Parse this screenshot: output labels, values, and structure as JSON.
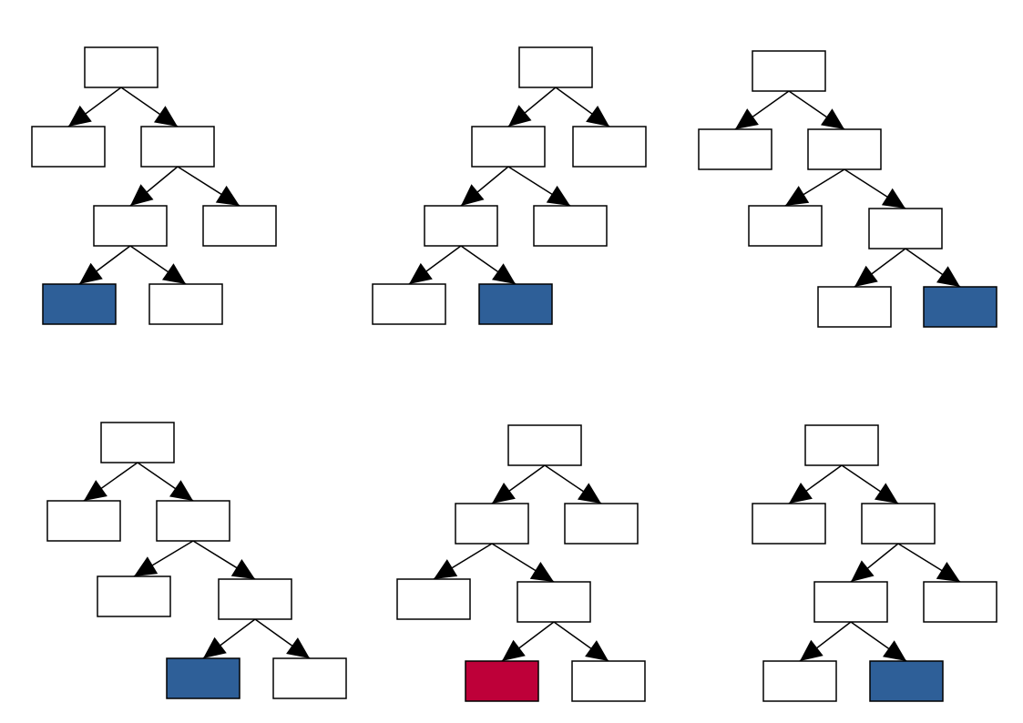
{
  "colors": {
    "background": "#ffffff",
    "stroke": "#000000",
    "node_default": "#ffffff",
    "node_highlight": "#2e5f98",
    "node_alert": "#be0039"
  },
  "trees": [
    {
      "id": "tree-1",
      "nodes": [
        {
          "id": "root",
          "color": "node_default"
        },
        {
          "id": "l1a",
          "color": "node_default"
        },
        {
          "id": "l1b",
          "color": "node_default"
        },
        {
          "id": "l2a",
          "color": "node_default"
        },
        {
          "id": "l2b",
          "color": "node_default"
        },
        {
          "id": "l3a",
          "color": "node_highlight"
        },
        {
          "id": "l3b",
          "color": "node_default"
        }
      ],
      "edges": [
        [
          "root",
          "l1a"
        ],
        [
          "root",
          "l1b"
        ],
        [
          "l1b",
          "l2a"
        ],
        [
          "l1b",
          "l2b"
        ],
        [
          "l2a",
          "l3a"
        ],
        [
          "l2a",
          "l3b"
        ]
      ]
    },
    {
      "id": "tree-2",
      "nodes": [
        {
          "id": "root",
          "color": "node_default"
        },
        {
          "id": "l1a",
          "color": "node_default"
        },
        {
          "id": "l1b",
          "color": "node_default"
        },
        {
          "id": "l2a",
          "color": "node_default"
        },
        {
          "id": "l2b",
          "color": "node_default"
        },
        {
          "id": "l3a",
          "color": "node_default"
        },
        {
          "id": "l3b",
          "color": "node_highlight"
        }
      ],
      "edges": [
        [
          "root",
          "l1a"
        ],
        [
          "root",
          "l1b"
        ],
        [
          "l1a",
          "l2a"
        ],
        [
          "l1a",
          "l2b"
        ],
        [
          "l2a",
          "l3a"
        ],
        [
          "l2a",
          "l3b"
        ]
      ]
    },
    {
      "id": "tree-3",
      "nodes": [
        {
          "id": "root",
          "color": "node_default"
        },
        {
          "id": "l1a",
          "color": "node_default"
        },
        {
          "id": "l1b",
          "color": "node_default"
        },
        {
          "id": "l2a",
          "color": "node_default"
        },
        {
          "id": "l2b",
          "color": "node_default"
        },
        {
          "id": "l3a",
          "color": "node_default"
        },
        {
          "id": "l3b",
          "color": "node_highlight"
        }
      ],
      "edges": [
        [
          "root",
          "l1a"
        ],
        [
          "root",
          "l1b"
        ],
        [
          "l1b",
          "l2a"
        ],
        [
          "l1b",
          "l2b"
        ],
        [
          "l2b",
          "l3a"
        ],
        [
          "l2b",
          "l3b"
        ]
      ]
    },
    {
      "id": "tree-4",
      "nodes": [
        {
          "id": "root",
          "color": "node_default"
        },
        {
          "id": "l1a",
          "color": "node_default"
        },
        {
          "id": "l1b",
          "color": "node_default"
        },
        {
          "id": "l2a",
          "color": "node_default"
        },
        {
          "id": "l2b",
          "color": "node_default"
        },
        {
          "id": "l3a",
          "color": "node_highlight"
        },
        {
          "id": "l3b",
          "color": "node_default"
        }
      ],
      "edges": [
        [
          "root",
          "l1a"
        ],
        [
          "root",
          "l1b"
        ],
        [
          "l1b",
          "l2a"
        ],
        [
          "l1b",
          "l2b"
        ],
        [
          "l2b",
          "l3a"
        ],
        [
          "l2b",
          "l3b"
        ]
      ]
    },
    {
      "id": "tree-5",
      "nodes": [
        {
          "id": "root",
          "color": "node_default"
        },
        {
          "id": "l1a",
          "color": "node_default"
        },
        {
          "id": "l1b",
          "color": "node_default"
        },
        {
          "id": "l2a",
          "color": "node_default"
        },
        {
          "id": "l2b",
          "color": "node_default"
        },
        {
          "id": "l3a",
          "color": "node_alert"
        },
        {
          "id": "l3b",
          "color": "node_default"
        }
      ],
      "edges": [
        [
          "root",
          "l1a"
        ],
        [
          "root",
          "l1b"
        ],
        [
          "l1a",
          "l2a"
        ],
        [
          "l1a",
          "l2b"
        ],
        [
          "l2b",
          "l3a"
        ],
        [
          "l2b",
          "l3b"
        ]
      ]
    },
    {
      "id": "tree-6",
      "nodes": [
        {
          "id": "root",
          "color": "node_default"
        },
        {
          "id": "l1a",
          "color": "node_default"
        },
        {
          "id": "l1b",
          "color": "node_default"
        },
        {
          "id": "l2a",
          "color": "node_default"
        },
        {
          "id": "l2b",
          "color": "node_default"
        },
        {
          "id": "l3a",
          "color": "node_default"
        },
        {
          "id": "l3b",
          "color": "node_highlight"
        }
      ],
      "edges": [
        [
          "root",
          "l1a"
        ],
        [
          "root",
          "l1b"
        ],
        [
          "l1b",
          "l2a"
        ],
        [
          "l1b",
          "l2b"
        ],
        [
          "l2a",
          "l3a"
        ],
        [
          "l2a",
          "l3b"
        ]
      ]
    }
  ]
}
